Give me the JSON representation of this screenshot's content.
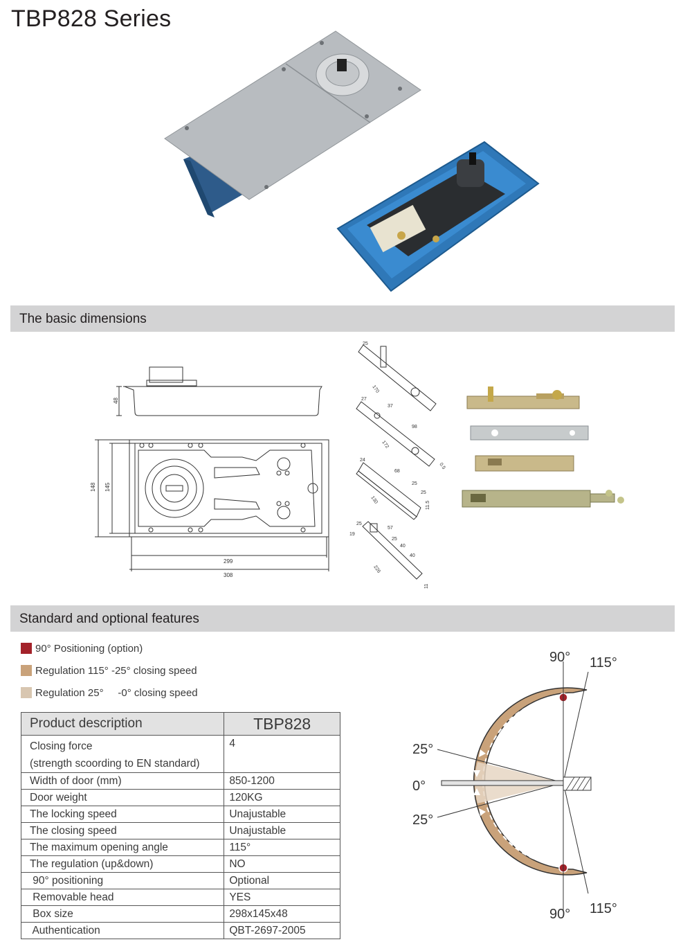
{
  "title": "TBP828 Series",
  "sections": {
    "dimensions": "The basic dimensions",
    "features": "Standard and optional features"
  },
  "dimension_labels": {
    "side_height": "48",
    "outer_height": "148",
    "inner_height": "145",
    "inner_length": "299",
    "outer_length": "308",
    "part1": [
      "25",
      "170"
    ],
    "part2": [
      "27",
      "37",
      "98",
      "172",
      "0.5"
    ],
    "part3": [
      "24",
      "68",
      "25",
      "25",
      "130",
      "11.5"
    ],
    "part4": [
      "25",
      "19",
      "57",
      "25",
      "40",
      "40",
      "226",
      "11"
    ]
  },
  "legend": [
    {
      "color": "#a3222a",
      "label": "90° Positioning (option)"
    },
    {
      "color": "#c9a27a",
      "label": "Regulation 115° -25° closing speed"
    },
    {
      "color": "#d8c6b0",
      "label": "Regulation 25°     -0° closing speed"
    }
  ],
  "table": {
    "header": "Product description",
    "model": "TBP828",
    "rows": [
      {
        "label": "Closing force",
        "label2": "(strength scoording to EN standard)",
        "value": "4"
      },
      {
        "label": "Width of door (mm)",
        "value": "850-1200"
      },
      {
        "label": "Door weight",
        "value": "120KG"
      },
      {
        "label": "The locking speed",
        "value": "Unajustable"
      },
      {
        "label": "The closing speed",
        "value": "Unajustable"
      },
      {
        "label": "The maximum opening angle",
        "value": "115°"
      },
      {
        "label": "The regulation (up&down)",
        "value": "NO"
      },
      {
        "label": " 90° positioning",
        "value": "Optional"
      },
      {
        "label": " Removable head",
        "value": "YES"
      },
      {
        "label": " Box size",
        "value": "298x145x48"
      },
      {
        "label": " Authentication",
        "value": "QBT-2697-2005"
      }
    ]
  },
  "angle_diagram": {
    "top_90": "90°",
    "top_115": "115°",
    "upper_25": "25°",
    "zero": "0°",
    "lower_25": "25°",
    "bottom_90": "90°",
    "bottom_115": "115°",
    "ring_color": "#c9a27a",
    "marker_color": "#a3222a"
  }
}
